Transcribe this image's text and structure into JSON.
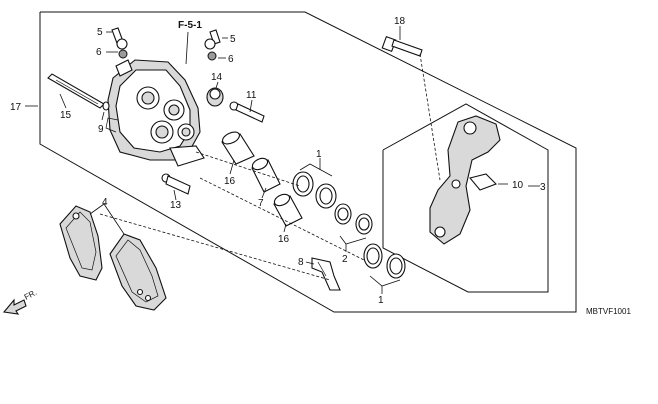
{
  "diagram": {
    "reference": "F-5-1",
    "code": "MBTVF1001",
    "direction": "FR.",
    "callouts": {
      "c1a": "1",
      "c1b": "1",
      "c2": "2",
      "c3": "3",
      "c4": "4",
      "c5a": "5",
      "c5b": "5",
      "c6a": "6",
      "c6b": "6",
      "c7": "7",
      "c8": "8",
      "c9": "9",
      "c10": "10",
      "c11": "11",
      "c13": "13",
      "c14": "14",
      "c15": "15",
      "c16a": "16",
      "c16b": "16",
      "c17": "17",
      "c18": "18"
    }
  }
}
